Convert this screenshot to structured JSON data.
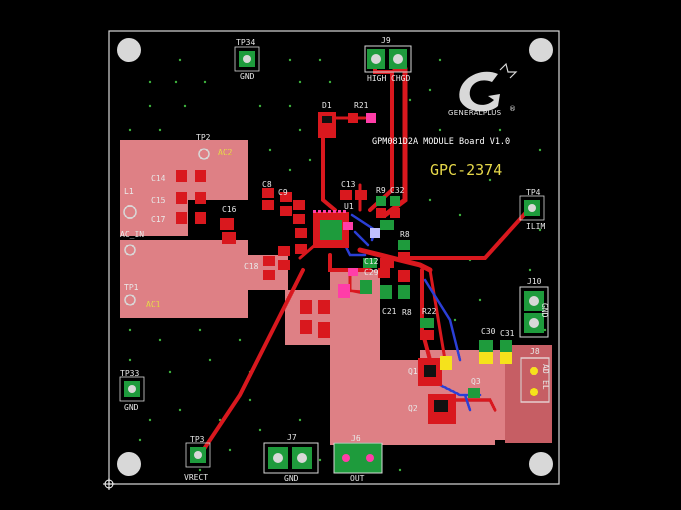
{
  "board": {
    "name_line": "GPM081D2A MODULE Board V1.0",
    "part_number": "GPC-2374",
    "logo_text": "GENERALPLUS",
    "logo_mark": "®",
    "colors": {
      "background": "#000000",
      "outline": "#d8d8d8",
      "copper_top": "#d9181e",
      "copper_hatch": "#f09a9a",
      "via": "#3db13d",
      "pad_green": "#1e9b3c",
      "silk": "#e8e8e8",
      "trace_blue": "#2b3fd6",
      "pad_magenta": "#ff3da8",
      "pad_yellow": "#f5e21c"
    }
  },
  "test_points": [
    {
      "id": "TP34",
      "net": "GND"
    },
    {
      "id": "TP2",
      "net": "AC2"
    },
    {
      "id": "TP4",
      "net": "ILIM"
    },
    {
      "id": "TP1",
      "net": "AC1"
    },
    {
      "id": "TP33",
      "net": "GND"
    },
    {
      "id": "TP3",
      "net": "VRECT"
    }
  ],
  "connectors": [
    {
      "id": "J9",
      "pins": [
        "HIGH",
        "CHGD"
      ]
    },
    {
      "id": "J10",
      "pins": [
        "GND"
      ]
    },
    {
      "id": "J8",
      "pins": [
        "AD",
        "EL"
      ]
    },
    {
      "id": "J7",
      "pins": [
        "GND"
      ]
    },
    {
      "id": "J6",
      "pins": [
        "OUT"
      ]
    }
  ],
  "components": {
    "d1": "D1",
    "r21": "R21",
    "l1": "L1",
    "ac_in": "AC_IN",
    "c14": "C14",
    "c15": "C15",
    "c16": "C16",
    "c17": "C17",
    "c18": "C18",
    "c8": "C8",
    "c9": "C9",
    "c13": "C13",
    "r9": "R9",
    "c32": "C32",
    "r8a": "R8",
    "c12": "C12",
    "c29": "C29",
    "c21": "C21",
    "r8b": "R8",
    "r22": "R22",
    "c30": "C30",
    "c31": "C31",
    "q1": "Q1",
    "q2": "Q2",
    "q3": "Q3",
    "u1": "U1"
  }
}
